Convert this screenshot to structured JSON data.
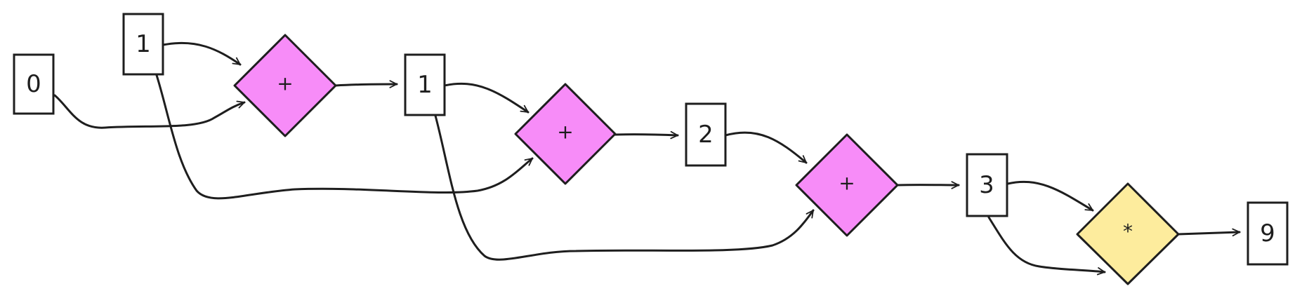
{
  "colors": {
    "stroke": "#1e1e1e",
    "add_fill": "#f78cf8",
    "mul_fill": "#fdec9d",
    "box_fill": "#ffffff"
  },
  "nodes": [
    {
      "id": "n0",
      "kind": "value",
      "label": "0"
    },
    {
      "id": "n1",
      "kind": "value",
      "label": "1"
    },
    {
      "id": "add1",
      "kind": "operator",
      "label": "+",
      "fill": "add"
    },
    {
      "id": "n2",
      "kind": "value",
      "label": "1"
    },
    {
      "id": "add2",
      "kind": "operator",
      "label": "+",
      "fill": "add"
    },
    {
      "id": "n3",
      "kind": "value",
      "label": "2"
    },
    {
      "id": "add3",
      "kind": "operator",
      "label": "+",
      "fill": "add"
    },
    {
      "id": "n4",
      "kind": "value",
      "label": "3"
    },
    {
      "id": "mul1",
      "kind": "operator",
      "label": "*",
      "fill": "mul"
    },
    {
      "id": "n5",
      "kind": "value",
      "label": "9"
    }
  ],
  "edges": [
    {
      "from": "n1",
      "to": "add1"
    },
    {
      "from": "n0",
      "to": "add1"
    },
    {
      "from": "add1",
      "to": "n2"
    },
    {
      "from": "n2",
      "to": "add2"
    },
    {
      "from": "n1",
      "to": "add2"
    },
    {
      "from": "add2",
      "to": "n3"
    },
    {
      "from": "n3",
      "to": "add3"
    },
    {
      "from": "n2",
      "to": "add3"
    },
    {
      "from": "add3",
      "to": "n4"
    },
    {
      "from": "n4",
      "to": "mul1"
    },
    {
      "from": "n4",
      "to": "mul1"
    },
    {
      "from": "mul1",
      "to": "n5"
    }
  ]
}
